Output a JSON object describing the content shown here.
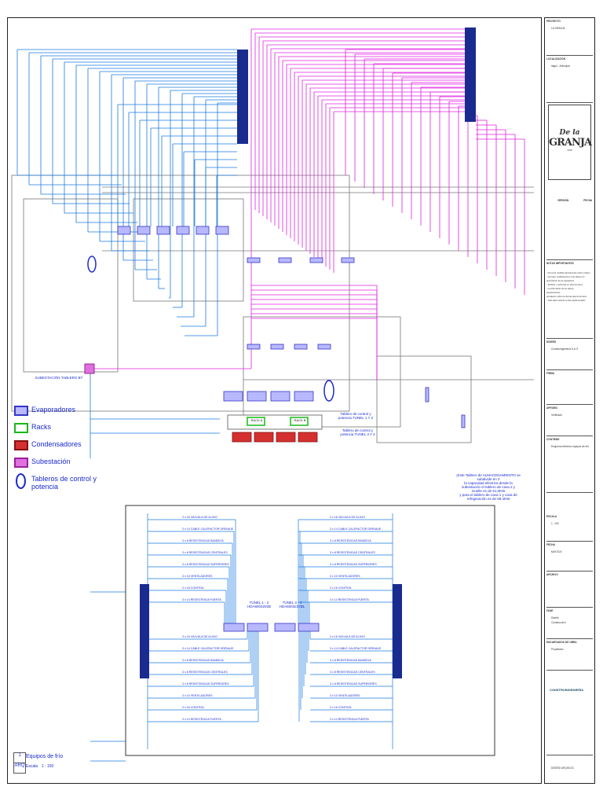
{
  "title_block": {
    "proyecto_label": "PROYECTO",
    "proyecto_value": "LA GRANJA",
    "localizacion_label": "LOCALIZACIÓN",
    "localizacion_value": "Itagui - Antioquia",
    "logo_line1": "De la",
    "logo_line2": "GRANJA",
    "logo_line3": "1978",
    "version_label": "VERSIÓN",
    "fecha_col_label": "FECHA",
    "notas_label": "NOTAS IMPORTANTES",
    "notas_lines": [
      "- No tomar medidas directamente sobre el plano.",
      "- No hacer modificaciones a los planos sin",
      "  autorización de los arquitectos.",
      "- Verificar y confrontar en obra los ítems",
      "- La información de los planos",
      "  arquitectónicos",
      "  prevalecen sobre los demás planos técnicos",
      "- Todo plano anterior a éste queda anulado"
    ],
    "diseno_label": "DISEÑO",
    "diseno_value": "Construingeniería S.A.S",
    "firma_label": "FIRMA",
    "aprobo_label": "APROBÓ",
    "aprobo_value": "Verificado",
    "contiene_label": "CONTIENE",
    "contiene_value": "Esquema eléctrico equipos de frío",
    "escala_label": "ESCALA",
    "escala_value": "1 : 100",
    "fecha_label": "FECHA",
    "fecha_value": "MAYO/24",
    "archivo_label": "ARCHIVO",
    "fase_label": "FASE",
    "fase_value1": "Diseño",
    "fase_value2": "Construcción",
    "ing_label": "ENCARGADOS DE OBRA",
    "ing_value": "Propietario",
    "company": "CONSTRUINGENIERÍA",
    "diseno_footer": "DISEÑO ARQ/ELEC"
  },
  "legend": [
    {
      "label": "Evaporadores",
      "color": "#b8b8ff",
      "border": "#3434c8"
    },
    {
      "label": "Racks",
      "color": "#ffffff",
      "border": "#18b818"
    },
    {
      "label": "Condensadores",
      "color": "#d43030",
      "border": "#8a1010"
    },
    {
      "label": "Subestación",
      "color": "#e070e0",
      "border": "#9a209a"
    },
    {
      "label": "Tableros de control y potencia",
      "color": "#ffffff",
      "border": "#1a2bcf"
    }
  ],
  "annotations": {
    "subestacion_tag": "SUBESTACIÓN TABLERO BT",
    "tablero_1_2": "Tablero de control y potencia TUNEL 1 Y 2",
    "tablero_3_4": "Tablero de control y potencia TUNEL 3 Y 4",
    "rack_a": "RACK A",
    "rack_b": "RACK B",
    "nota_1": "¡Este Tablero de ALMACENAMIENTO se",
    "nota_2": "subdivide en 2",
    "nota_3": "la capacidad eléctrica desde la",
    "nota_4": "subestación el tablero de cava 2 y",
    "nota_5": "muelle es de 51,0KW",
    "nota_6": "y para el tablero de cava 1 y cava de",
    "nota_7": "refrigeración es de 68.4KW",
    "tunel_1_2": "TUNEL 1 - 2",
    "tunel_1_2_code": "HDA6003202B",
    "tunel_3_4": "TUNEL 3 - 4",
    "tunel_3_4_code": "HDA6003237DL",
    "tunnel_rows": [
      "3 x 16 VÁLVULA DE ALIVIO",
      "3 x 14 CABLE CALEFACTOR DRENAJE",
      "3 x 8 RESISTENCIAS BANDEJA",
      "3 x 8 RESISTENCIAS CENTRALES",
      "3 x 8 RESISTENCIAS SUPERIORES",
      "3 x 10 VENTILADORES",
      "3 x 16 CONTROL",
      "3 x 14 RESISTENCIA PUERTA"
    ]
  },
  "sheet": {
    "number": "1",
    "code": "ARQ",
    "title": "Equipos de frío",
    "scale_label": "Escala",
    "scale_value": "1 : 150"
  }
}
